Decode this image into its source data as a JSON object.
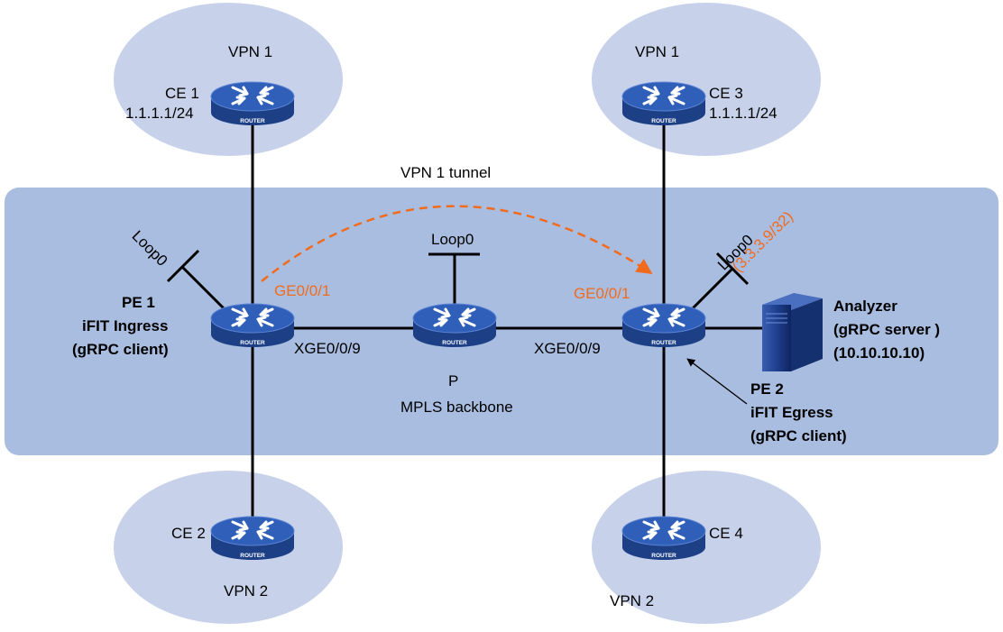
{
  "backbone_label": "MPLS backbone",
  "tunnel_label": "VPN 1 tunnel",
  "device_badge": "ROUTER",
  "sites": {
    "ce1": {
      "vpn": "VPN 1",
      "name": "CE 1",
      "address": "1.1.1.1/24"
    },
    "ce2": {
      "vpn": "VPN 2",
      "name": "CE 2"
    },
    "ce3": {
      "vpn": "VPN 1",
      "name": "CE 3",
      "address": "1.1.1.1/24"
    },
    "ce4": {
      "vpn": "VPN 2",
      "name": "CE 4"
    }
  },
  "pe1": {
    "line1": "PE 1",
    "line2": "iFIT Ingress",
    "line3": "(gRPC client)",
    "loopback": "Loop0",
    "iface_ge": "GE0/0/1",
    "iface_xge": "XGE0/0/9"
  },
  "p": {
    "name": "P",
    "loopback": "Loop0"
  },
  "pe2": {
    "line1": "PE 2",
    "line2": "iFIT Egress",
    "line3": "(gRPC client)",
    "loopback": "Loop0",
    "loopback_addr": "(3.3.3.9/32)",
    "iface_ge": "GE0/0/1",
    "iface_xge": "XGE0/0/9"
  },
  "analyzer": {
    "line1": "Analyzer",
    "line2": "(gRPC server )",
    "line3": "(10.10.10.10)"
  },
  "colors": {
    "backbone_fill": "#a9bde0",
    "site_fill": "#c7d2ea",
    "tunnel": "#f26b1d",
    "router_body": "#2f5fb8",
    "router_side": "#1c3f86",
    "server": "#1f3f8f"
  }
}
